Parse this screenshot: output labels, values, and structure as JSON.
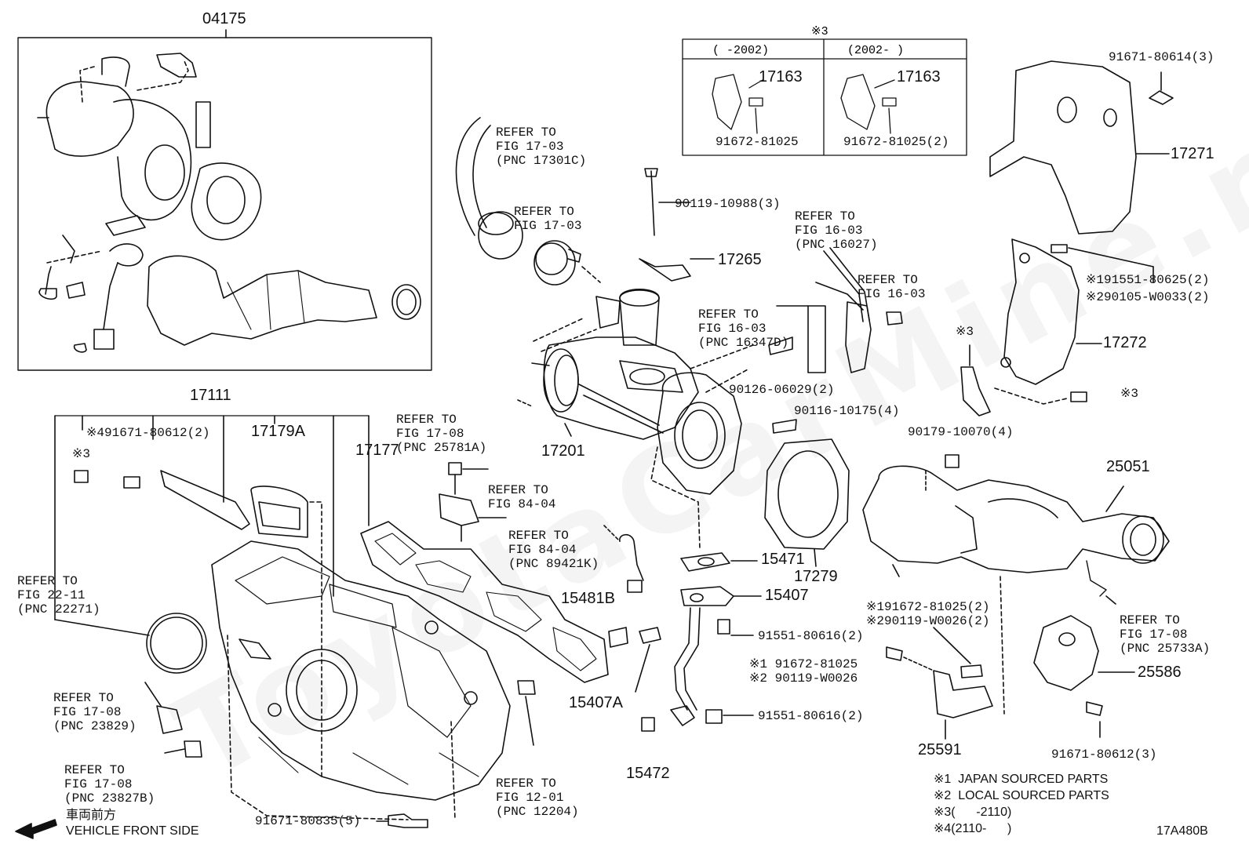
{
  "watermark": "ToyotaCarMine.ru",
  "box_04175": {
    "part_no": "04175"
  },
  "inset_note3": {
    "marker": "※3",
    "col_left_range": "(      -2002)",
    "col_right_range": "(2002-      )",
    "left": {
      "part": "17163",
      "bolt": "91672-81025"
    },
    "right": {
      "part": "17163",
      "bolt": "91672-81025(2)"
    }
  },
  "labels": {
    "p91671_80614": "91671-80614(3)",
    "p17271": "17271",
    "p91551_80625": "※191551-80625(2)",
    "p90105_w0033": "※290105-W0033(2)",
    "p17272": "17272",
    "note3_a": "※3",
    "note3_b": "※3",
    "p90179": "90179-10070(4)",
    "p25051": "25051",
    "p90119_10988": "90119-10988(3)",
    "p17265": "17265",
    "p90126": "90126-06029(2)",
    "p90116": "90116-10175(4)",
    "p17201": "17201",
    "p17279": "17279",
    "p15471": "15471",
    "p15407": "15407",
    "p91551_80616_a": "91551-80616(2)",
    "p91672_81025_b": "※1 91672-81025",
    "p90119_w0026_b": "※2 90119-W0026",
    "p91551_80616_b": "91551-80616(2)",
    "p91672_81025_c": "※191672-81025(2)",
    "p90119_w0026_c": "※290119-W0026(2)",
    "p25591": "25591",
    "p25586": "25586",
    "p91671_80612_3": "91671-80612(3)",
    "p15481b": "15481B",
    "p15407a": "15407A",
    "p15472": "15472",
    "p17111": "17111",
    "p91671_80612_2": "※491671-80612(2)",
    "note3_c": "※3",
    "p17179a": "17179A",
    "p17177": "17177",
    "p91671_80835": "91671-80835(5)",
    "diagram_code": "17A480B"
  },
  "refs": {
    "r17301c": [
      "REFER TO",
      "FIG 17-03",
      "(PNC 17301C)"
    ],
    "r17_03": [
      "REFER TO",
      "FIG 17-03"
    ],
    "r16027": [
      "REFER TO",
      "FIG 16-03",
      "(PNC 16027)"
    ],
    "r16_03": [
      "REFER TO",
      "FIG 16-03"
    ],
    "r16347d": [
      "REFER TO",
      "FIG 16-03",
      "(PNC 16347D)"
    ],
    "r25781a": [
      "REFER TO",
      "FIG 17-08",
      "(PNC 25781A)"
    ],
    "r84_04": [
      "REFER TO",
      "FIG 84-04"
    ],
    "r89421k": [
      "REFER TO",
      "FIG 84-04",
      "(PNC 89421K)"
    ],
    "r22271": [
      "REFER TO",
      "FIG 22-11",
      "(PNC 22271)"
    ],
    "r23829": [
      "REFER TO",
      "FIG 17-08",
      "(PNC 23829)"
    ],
    "r23827b": [
      "REFER TO",
      "FIG 17-08",
      "(PNC 23827B)"
    ],
    "r12204": [
      "REFER TO",
      "FIG 12-01",
      "(PNC 12204)"
    ],
    "r25733a": [
      "REFER TO",
      "FIG 17-08",
      "(PNC 25733A)"
    ]
  },
  "legend": {
    "n1": "※1  JAPAN SOURCED PARTS",
    "n2": "※2  LOCAL SOURCED PARTS",
    "n3": "※3(      -2110)",
    "n4": "※4(2110-      )"
  },
  "front": {
    "jp": "車両前方",
    "en": "VEHICLE FRONT SIDE"
  }
}
